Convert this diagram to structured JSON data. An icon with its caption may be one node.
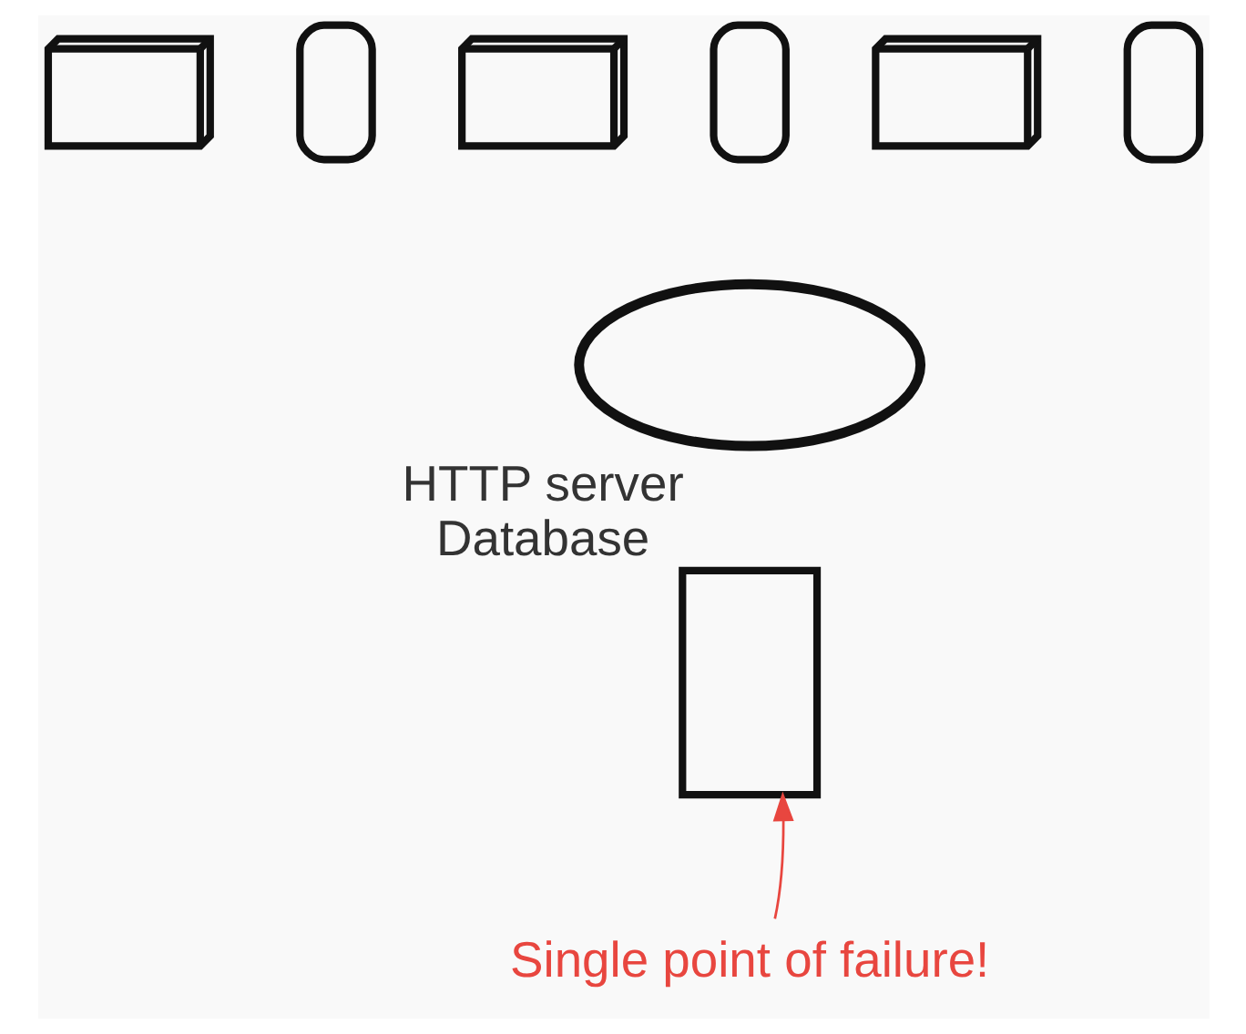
{
  "diagram": {
    "nodes": [
      {
        "text": [],
        "shape": "computer"
      },
      {
        "text": [],
        "shape": "phone"
      },
      {
        "text": [],
        "shape": "computer"
      },
      {
        "text": [],
        "shape": "phone"
      },
      {
        "text": [],
        "shape": "computer"
      },
      {
        "text": [],
        "shape": "phone"
      },
      {
        "text": [],
        "shape": "cloud"
      },
      {
        "text": [],
        "shape": "server",
        "beside": [
          "HTTP server",
          "Database"
        ]
      },
      {
        "text": [
          "Single point of failure!"
        ]
      }
    ],
    "edges": [
      {
        "from": 8,
        "to": 7,
        "arrow": "to",
        "color": "#e8463f"
      }
    ]
  }
}
